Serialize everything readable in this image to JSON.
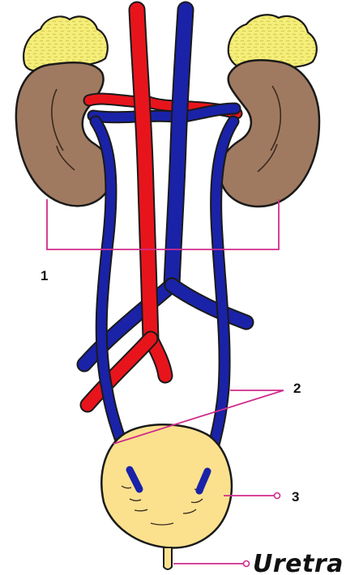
{
  "labels": {
    "kidneys": "1",
    "ureters": "2",
    "bladder": "3",
    "urethra": "Uretra"
  },
  "colors": {
    "artery": "#e8141c",
    "vein": "#1a22a8",
    "kidney": "#a07a60",
    "adrenal": "#f5ee7a",
    "bladder": "#fbe18e",
    "pointer": "#d02c8c",
    "outline": "#1a1a1a"
  }
}
